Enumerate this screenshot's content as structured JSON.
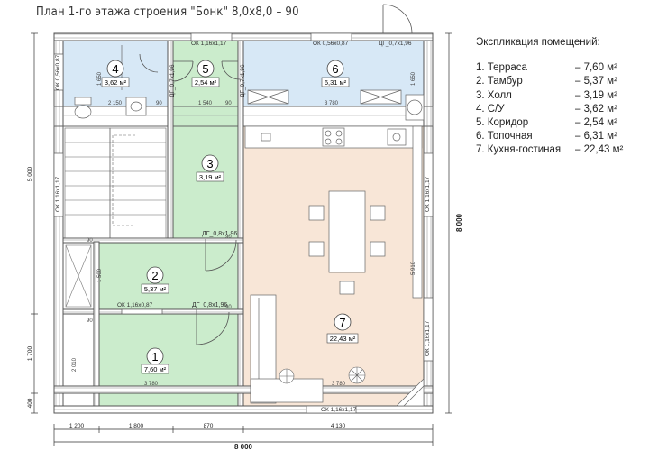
{
  "title": "План 1-го этажа строения \"Бонк\" 8,0х8,0 – 90",
  "legend": {
    "heading": "Экспликация помещений:",
    "items": [
      {
        "label": "1. Терраса",
        "value": "– 7,60 м²"
      },
      {
        "label": "2. Тамбур",
        "value": "– 5,37 м²"
      },
      {
        "label": "3. Холл",
        "value": "– 3,19 м²"
      },
      {
        "label": "4. С/У",
        "value": "– 3,62 м²"
      },
      {
        "label": "5. Коридор",
        "value": "– 2,54 м²"
      },
      {
        "label": "6. Топочная",
        "value": "– 6,31 м²"
      },
      {
        "label": "7. Кухня-гостиная",
        "value": "– 22,43 м²"
      }
    ]
  },
  "rooms": [
    {
      "num": "1",
      "area": "7,60 м²"
    },
    {
      "num": "2",
      "area": "5,37 м²"
    },
    {
      "num": "3",
      "area": "3,19 м²"
    },
    {
      "num": "4",
      "area": "3,62 м²"
    },
    {
      "num": "5",
      "area": "2,54 м²"
    },
    {
      "num": "6",
      "area": "6,31 м²"
    },
    {
      "num": "7",
      "area": "22,43 м²"
    }
  ],
  "labels": {
    "ok_top_1": "ОК 1,16х1,17",
    "ok_top_2": "ОК 0,56х0,87",
    "dg_top": "ДГ_0,7х1,96",
    "ok_left_4": "ОК 0,56х0,87",
    "dg_4": "ДГ_0,7х1,96",
    "dg_5": "ДГ_0,7х1,96",
    "ok_left_stair": "ОК 1,16х1,17",
    "dg_hall": "ДГ_0,8х1,96",
    "ok_tambur": "ОК 1,16х0,87",
    "dg_tambur": "ДГ_0,8х1,96",
    "ok_right_1": "ОК 1,16х1,17",
    "ok_right_2": "ОК 1,16х1,17",
    "ok_bottom": "ОК 1,16х1,17"
  },
  "dims": {
    "total_w": "8 000",
    "total_h": "8 000",
    "b1": "1 200",
    "b2": "1 800",
    "b3": "870",
    "b4": "4 130",
    "l1": "5 000",
    "l2": "1 700",
    "l3": "400",
    "in_2150": "2 150",
    "in_1540": "1 540",
    "in_3780a": "3 780",
    "in_3780b": "3 780",
    "in_3780c": "3 780",
    "in_5910": "5 910",
    "in_1650a": "1 650",
    "in_1650b": "1 650",
    "in_1500": "1 500",
    "in_2010": "2 010",
    "in_90a": "90",
    "in_90b": "90",
    "in_90c": "90",
    "in_90d": "90",
    "in_90e": "90",
    "in_90f": "90"
  },
  "colors": {
    "blue": "#d7e8f6",
    "green": "#cbeccc",
    "peach": "#f8e6d7",
    "wall": "#555555",
    "white": "#ffffff"
  }
}
